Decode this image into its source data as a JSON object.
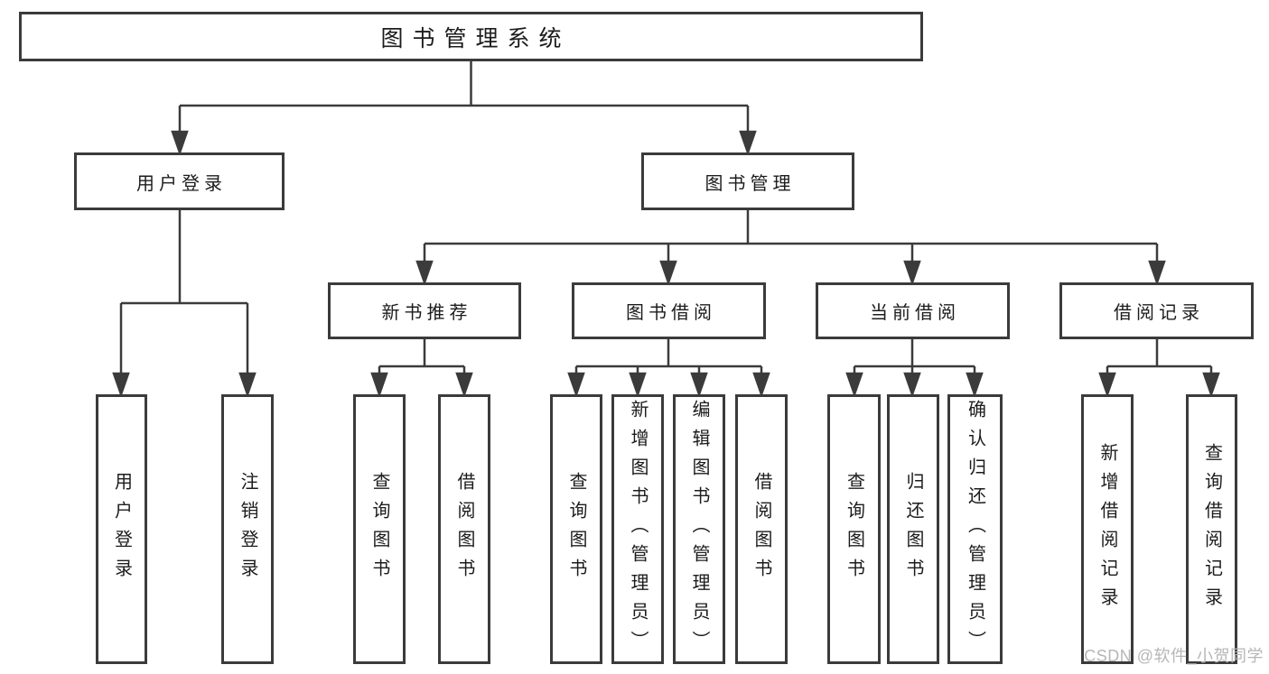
{
  "tree": {
    "root": {
      "label": "图书管理系统"
    },
    "branches": [
      {
        "label": "用户登录",
        "children": [
          {
            "label": "用户登录"
          },
          {
            "label": "注销登录"
          }
        ]
      },
      {
        "label": "图书管理",
        "children": [
          {
            "label": "新书推荐",
            "children": [
              {
                "label": "查询图书"
              },
              {
                "label": "借阅图书"
              }
            ]
          },
          {
            "label": "图书借阅",
            "children": [
              {
                "label": "查询图书"
              },
              {
                "label": "新增图书（管理员）"
              },
              {
                "label": "编辑图书（管理员）"
              },
              {
                "label": "借阅图书"
              }
            ]
          },
          {
            "label": "当前借阅",
            "children": [
              {
                "label": "查询图书"
              },
              {
                "label": "归还图书"
              },
              {
                "label": "确认归还（管理员）"
              }
            ]
          },
          {
            "label": "借阅记录",
            "children": [
              {
                "label": "新增借阅记录"
              },
              {
                "label": "查询借阅记录"
              }
            ]
          }
        ]
      }
    ]
  },
  "watermark": "CSDN @软件_小贺同学",
  "colors": {
    "line": "#3b3b3b",
    "text": "#1c1c1c",
    "watermark_text": "#b9b5b5",
    "background": "#ffffff"
  }
}
